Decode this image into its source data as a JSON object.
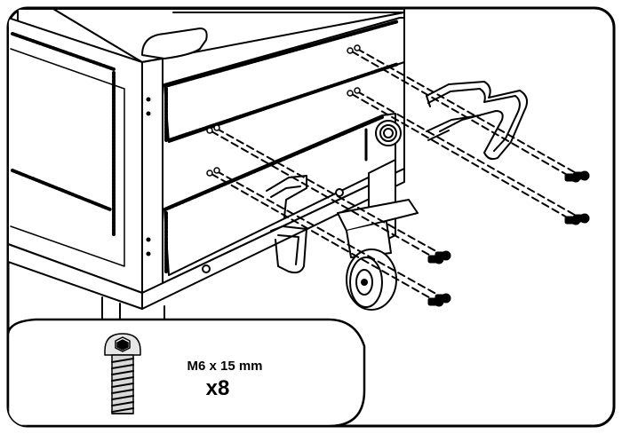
{
  "callout": {
    "spec": "M6 x 15 mm",
    "quantity": "x8"
  },
  "icons": [
    "button-head-hex-socket-screw",
    "handle-bracket",
    "caster-wheel",
    "grill-cabinet"
  ],
  "colors": {
    "line": "#000000",
    "background": "#ffffff",
    "shade": "#cccccc"
  }
}
